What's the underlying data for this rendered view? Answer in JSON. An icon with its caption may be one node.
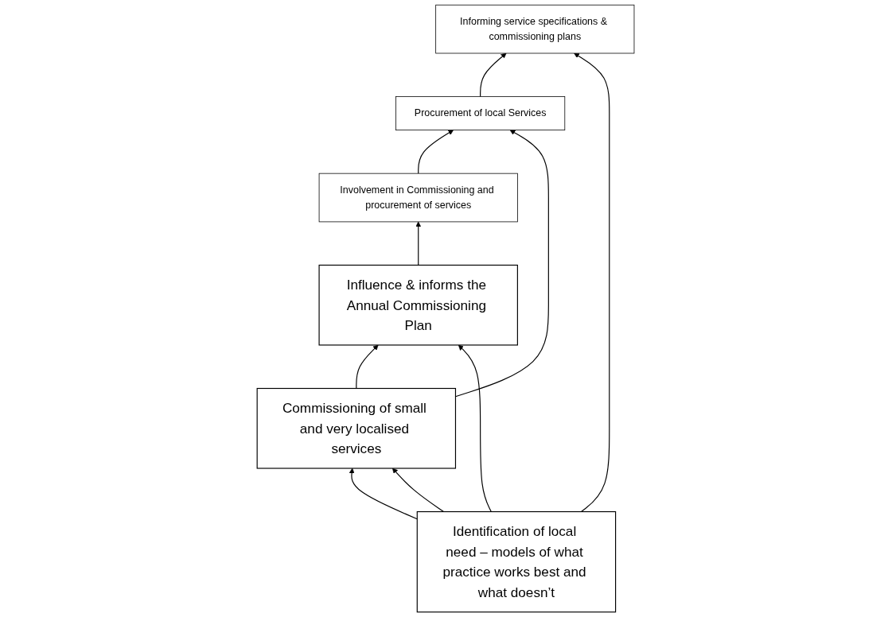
{
  "diagram": {
    "nodes": [
      {
        "text": [
          "Influence & informs the Annual Commissioning Plan"
        ]
      },
      {
        "text": [
          "Involvement in Commissioning and procurement of services"
        ]
      },
      {
        "text": [
          "Commissioning of small and very localised services"
        ]
      },
      {
        "text": [
          "Procurement of local Services"
        ]
      },
      {
        "text": [
          "Identification of local need – models of what practice works best and what doesn’t"
        ]
      },
      {
        "text": [
          "Informing service specifications & commissioning plans"
        ]
      }
    ],
    "edges": [
      {
        "from": 0,
        "to": 1,
        "arrow": "to"
      },
      {
        "from": 1,
        "to": 3,
        "arrow": "to"
      },
      {
        "from": 2,
        "to": 0,
        "arrow": "to"
      },
      {
        "from": 2,
        "to": 3,
        "arrow": "to"
      },
      {
        "from": 4,
        "to": 2,
        "arrow": "to"
      },
      {
        "from": 3,
        "to": 5,
        "arrow": "to"
      },
      {
        "from": 4,
        "to": 5,
        "arrow": "to"
      },
      {
        "from": 4,
        "to": 0,
        "arrow": "to"
      },
      {
        "from": 4,
        "to": 2,
        "arrow": "to"
      }
    ]
  }
}
